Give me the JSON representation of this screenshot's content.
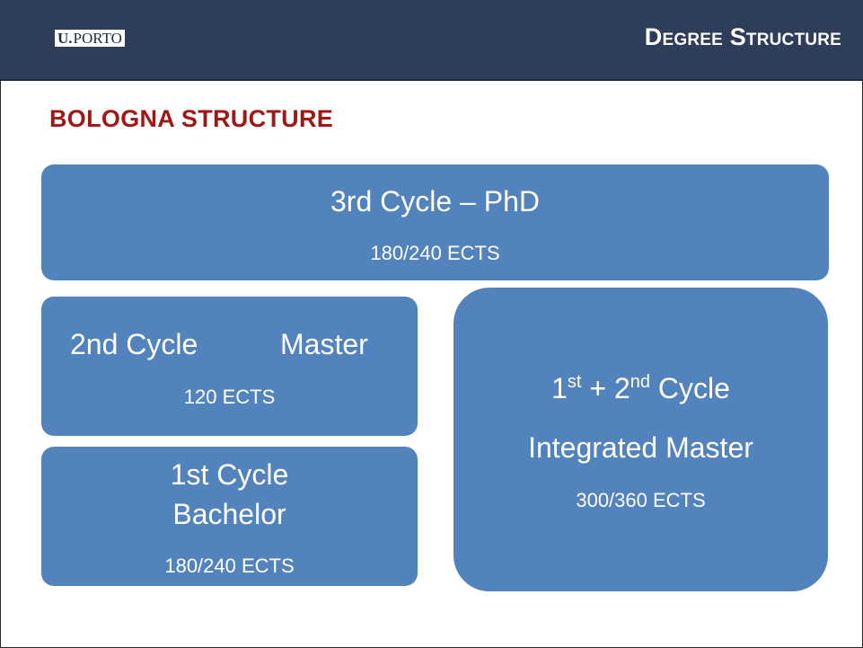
{
  "header": {
    "logo_u": "U.",
    "logo_porto": "PORTO",
    "title": "Degree Structure"
  },
  "section_title": "BOLOGNA STRUCTURE",
  "boxes": {
    "phd": {
      "title": "3rd Cycle – PhD",
      "credits": "180/240 ECTS"
    },
    "master": {
      "cycle": "2nd Cycle",
      "degree": "Master",
      "credits": "120 ECTS"
    },
    "bachelor": {
      "cycle": "1st Cycle",
      "degree": "Bachelor",
      "credits": "180/240 ECTS"
    },
    "integrated": {
      "first_num": "1",
      "first_sup": "st",
      "plus": " + 2",
      "second_sup": "nd",
      "cycle": " Cycle",
      "degree": "Integrated Master",
      "credits": "300/360 ECTS"
    }
  },
  "colors": {
    "header_bg": "#2e3e59",
    "box_bg": "#5383bd",
    "section_title": "#a01717"
  }
}
